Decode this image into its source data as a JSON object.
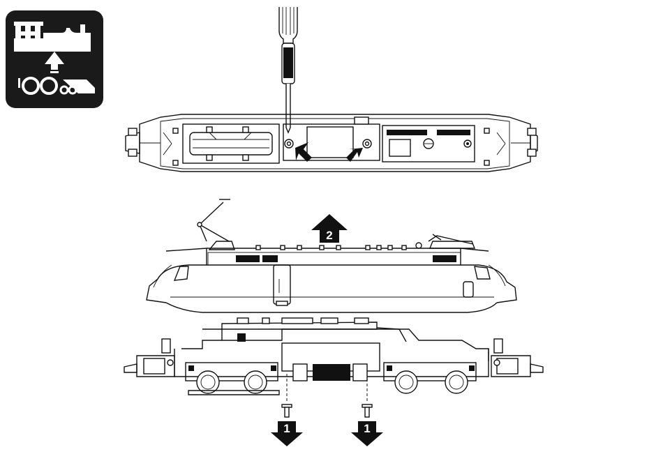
{
  "badge": {
    "icon": "steam-locomotive-icon",
    "color_bg": "#1a1a1a",
    "color_fg": "#ffffff"
  },
  "steps": [
    {
      "number": "2",
      "direction": "up",
      "meaning": "lift-body"
    },
    {
      "number": "1",
      "direction": "down",
      "meaning": "remove-screw"
    },
    {
      "number": "1",
      "direction": "down",
      "meaning": "remove-screw"
    }
  ],
  "colors": {
    "ink": "#111111",
    "paper": "#ffffff"
  }
}
